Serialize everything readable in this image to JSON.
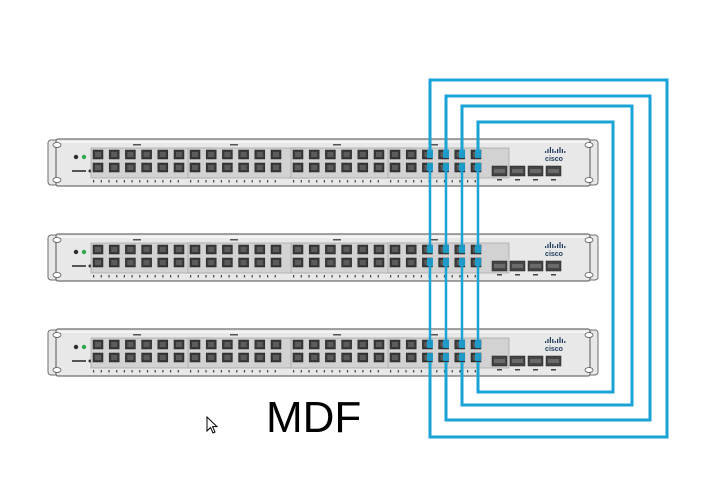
{
  "diagram": {
    "label": "MDF",
    "switch_count": 3,
    "switch_brand": "cisco",
    "stack_cable_count": 4,
    "colors": {
      "cable": "#1aa3d6",
      "chassis": "#e8e8e8",
      "chassis_border": "#6e6e6e",
      "port": "#3a3a3a",
      "led": "#2fa84f"
    },
    "icons": [
      "cursor-icon",
      "cisco-logo-icon"
    ]
  }
}
